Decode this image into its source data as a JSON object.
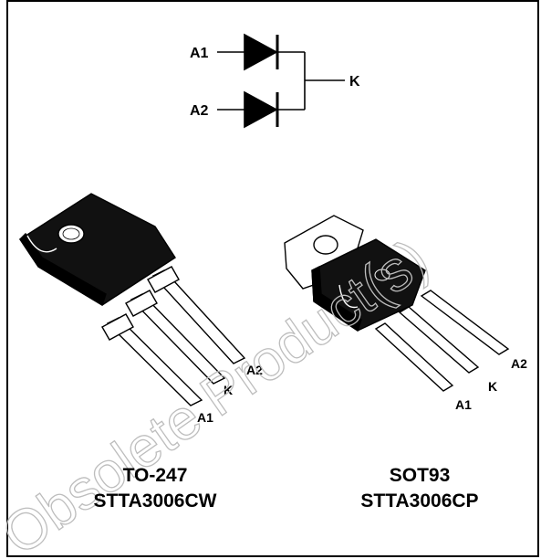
{
  "diagram": {
    "pins": {
      "a1": "A1",
      "a2": "A2",
      "k": "K"
    }
  },
  "packages": [
    {
      "name": "TO-247",
      "part": "STTA3006CW",
      "pin_labels": [
        "A2",
        "K",
        "A1"
      ]
    },
    {
      "name": "SOT93",
      "part": "STTA3006CP",
      "pin_labels": [
        "A2",
        "K",
        "A1"
      ]
    }
  ],
  "watermark": "Obsolete Product(s)",
  "colors": {
    "body": "#111111",
    "lead": "#ffffff",
    "tab": "#ffffff",
    "watermark": "#c8c8c8"
  }
}
